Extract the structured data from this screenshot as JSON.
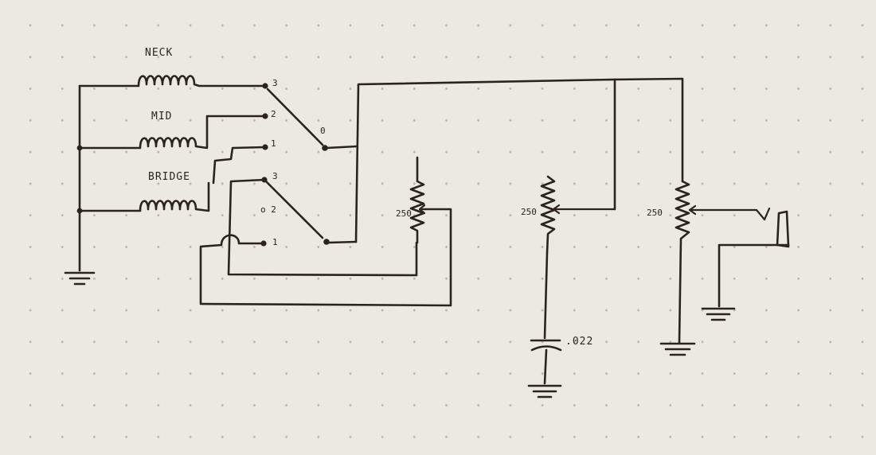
{
  "pickups": {
    "neck": "NECK",
    "mid": "MID",
    "bridge": "BRIDGE"
  },
  "switch": {
    "upper_pole": {
      "common": "0",
      "t3": "3",
      "t2": "2",
      "t1": "1"
    },
    "lower_pole": {
      "t3": "3",
      "t2": "o 2",
      "t1": "1"
    }
  },
  "pots": {
    "tone_trim": "250",
    "tone": "250",
    "volume": "250"
  },
  "capacitor": ".022"
}
